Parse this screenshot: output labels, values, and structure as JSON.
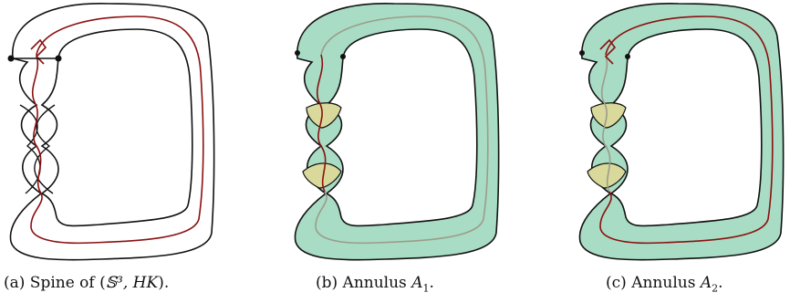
{
  "colors": {
    "outline": "#111111",
    "core": "#8b1010",
    "annulus_fill": "#a8dcc4",
    "overlap_fill": "#d8d99a",
    "gray_core": "#9c9c8a"
  },
  "captions": {
    "a": {
      "prefix": "(a) Spine of (",
      "math": "𝕊³, HK",
      "suffix": ")."
    },
    "b": {
      "prefix": "(b) Annulus ",
      "math": "A",
      "sub": "1",
      "suffix": "."
    },
    "c": {
      "prefix": "(c) Annulus ",
      "math": "A",
      "sub": "2",
      "suffix": "."
    }
  }
}
